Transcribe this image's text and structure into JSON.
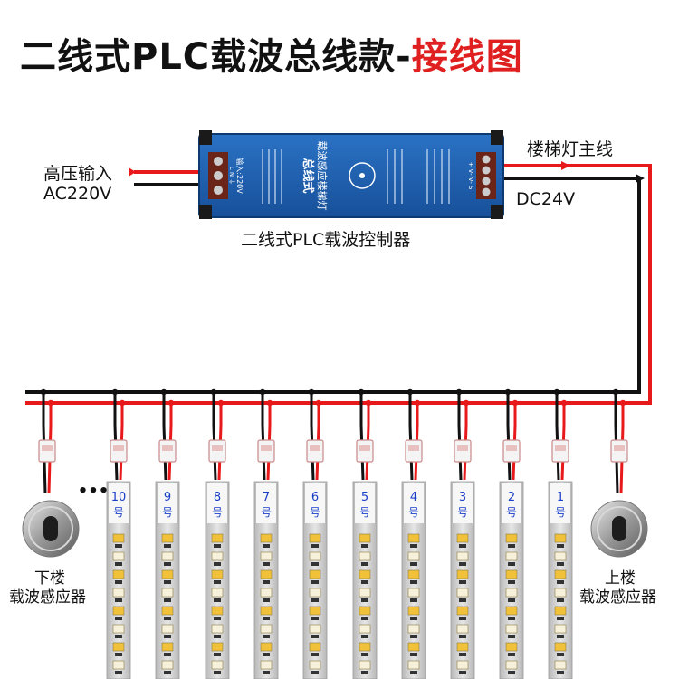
{
  "title": {
    "main": "二线式PLC载波总线款-",
    "highlight": "接线图"
  },
  "input": {
    "line1": "高压输入",
    "line2": "AC220V"
  },
  "output": {
    "main_line": "楼梯灯主线",
    "voltage": "DC24V"
  },
  "controller": {
    "caption": "二线式PLC载波控制器",
    "name": "总线式",
    "subname": "载波感应楼梯灯",
    "input_tag": "输入:220V",
    "terminals_in": "L N ⏚",
    "terminals_out": "+ V- V- S"
  },
  "strips": [
    "10\n号",
    "9\n号",
    "8\n号",
    "7\n号",
    "6\n号",
    "5\n号",
    "4\n号",
    "3\n号",
    "2\n号",
    "1\n号"
  ],
  "more_indicator": "•••",
  "sensors": {
    "down_line1": "下楼",
    "down_line2": "载波感应器",
    "up_line1": "上楼",
    "up_line2": "载波感应器"
  },
  "colors": {
    "positive_wire": "#e8191b",
    "negative_wire": "#111111",
    "title_accent": "#e02020",
    "controller_body": "#1e5fae",
    "strip_number": "#1a3ec8"
  }
}
